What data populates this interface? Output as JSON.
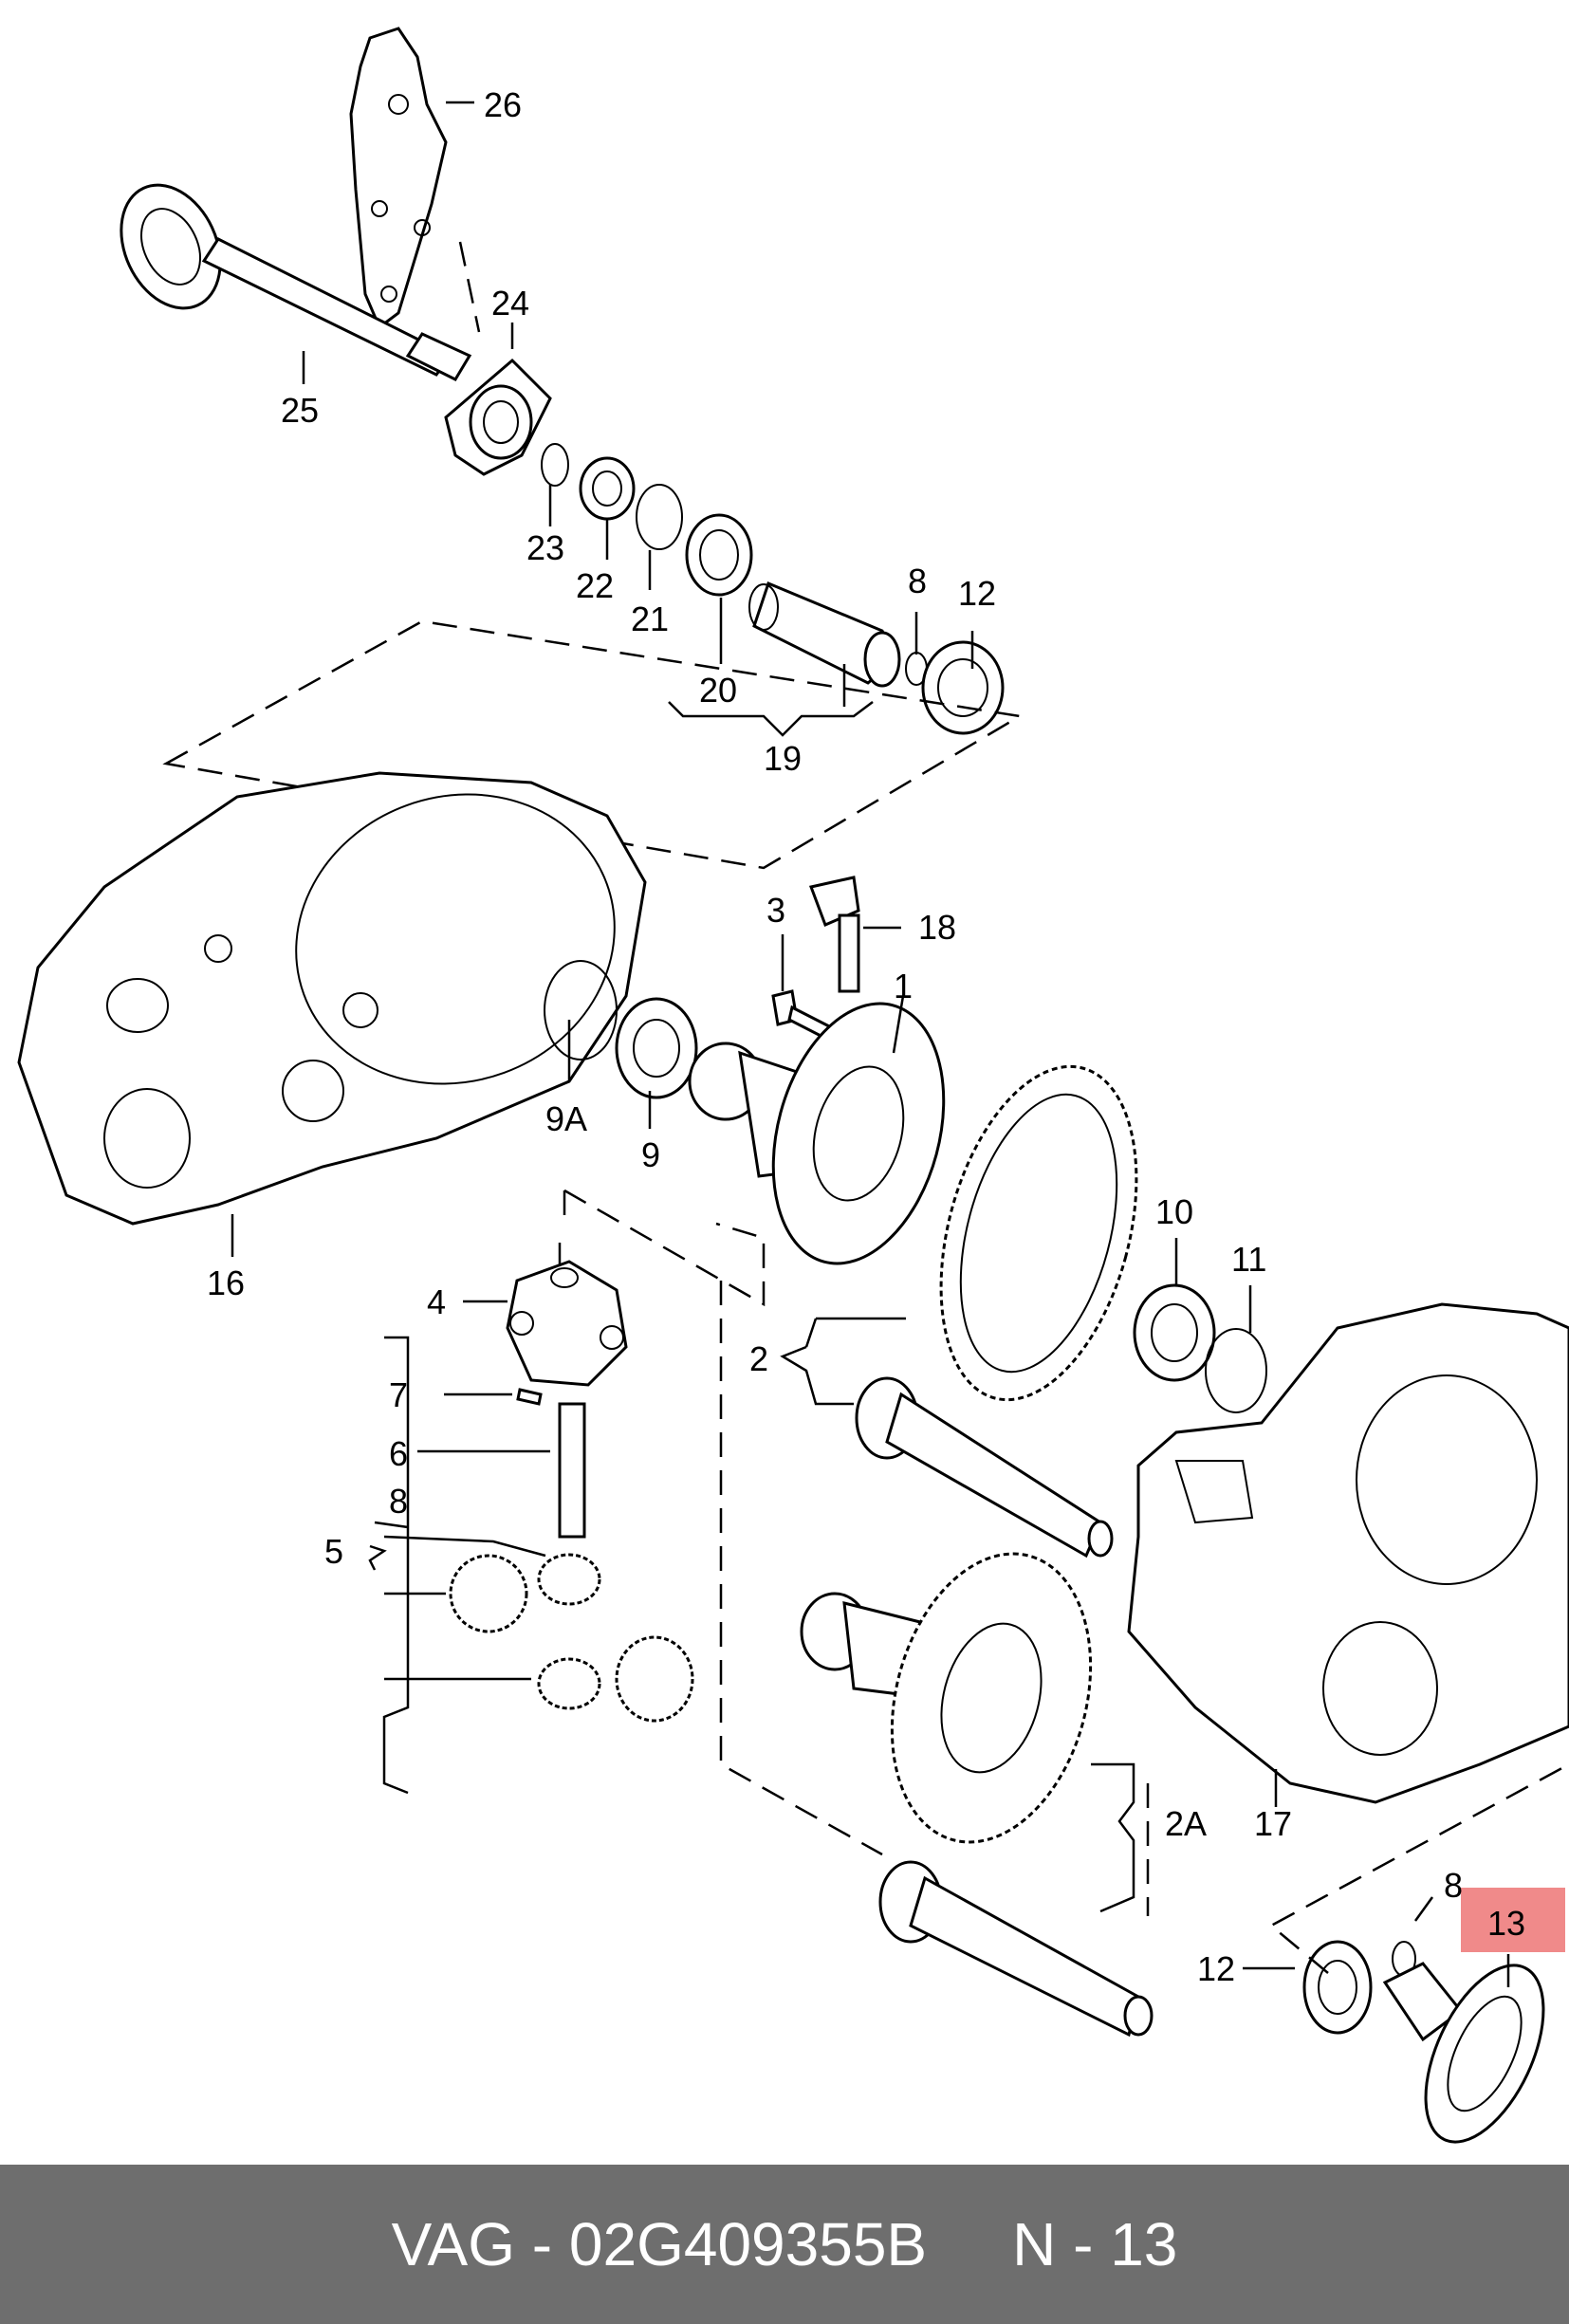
{
  "labels": {
    "l26": "26",
    "l24": "24",
    "l25": "25",
    "l23": "23",
    "l22": "22",
    "l21": "21",
    "l20": "20",
    "l19": "19",
    "l8a": "8",
    "l12a": "12",
    "l3": "3",
    "l18": "18",
    "l1": "1",
    "l9a": "9A",
    "l9": "9",
    "l16": "16",
    "l4": "4",
    "l10": "10",
    "l11": "11",
    "l2": "2",
    "l7": "7",
    "l6": "6",
    "l8b": "8",
    "l5": "5",
    "l2a": "2A",
    "l17": "17",
    "l8c": "8",
    "l12b": "12",
    "l13": "13"
  },
  "footer": {
    "brand": "VAG",
    "sep": "-",
    "part_number": "02G409355B",
    "position_prefix": "N",
    "position_sep": "-",
    "position_number": "13"
  },
  "colors": {
    "highlight": "#f08a8a",
    "footer_bg": "#6e6e6e",
    "footer_text": "#ffffff"
  }
}
